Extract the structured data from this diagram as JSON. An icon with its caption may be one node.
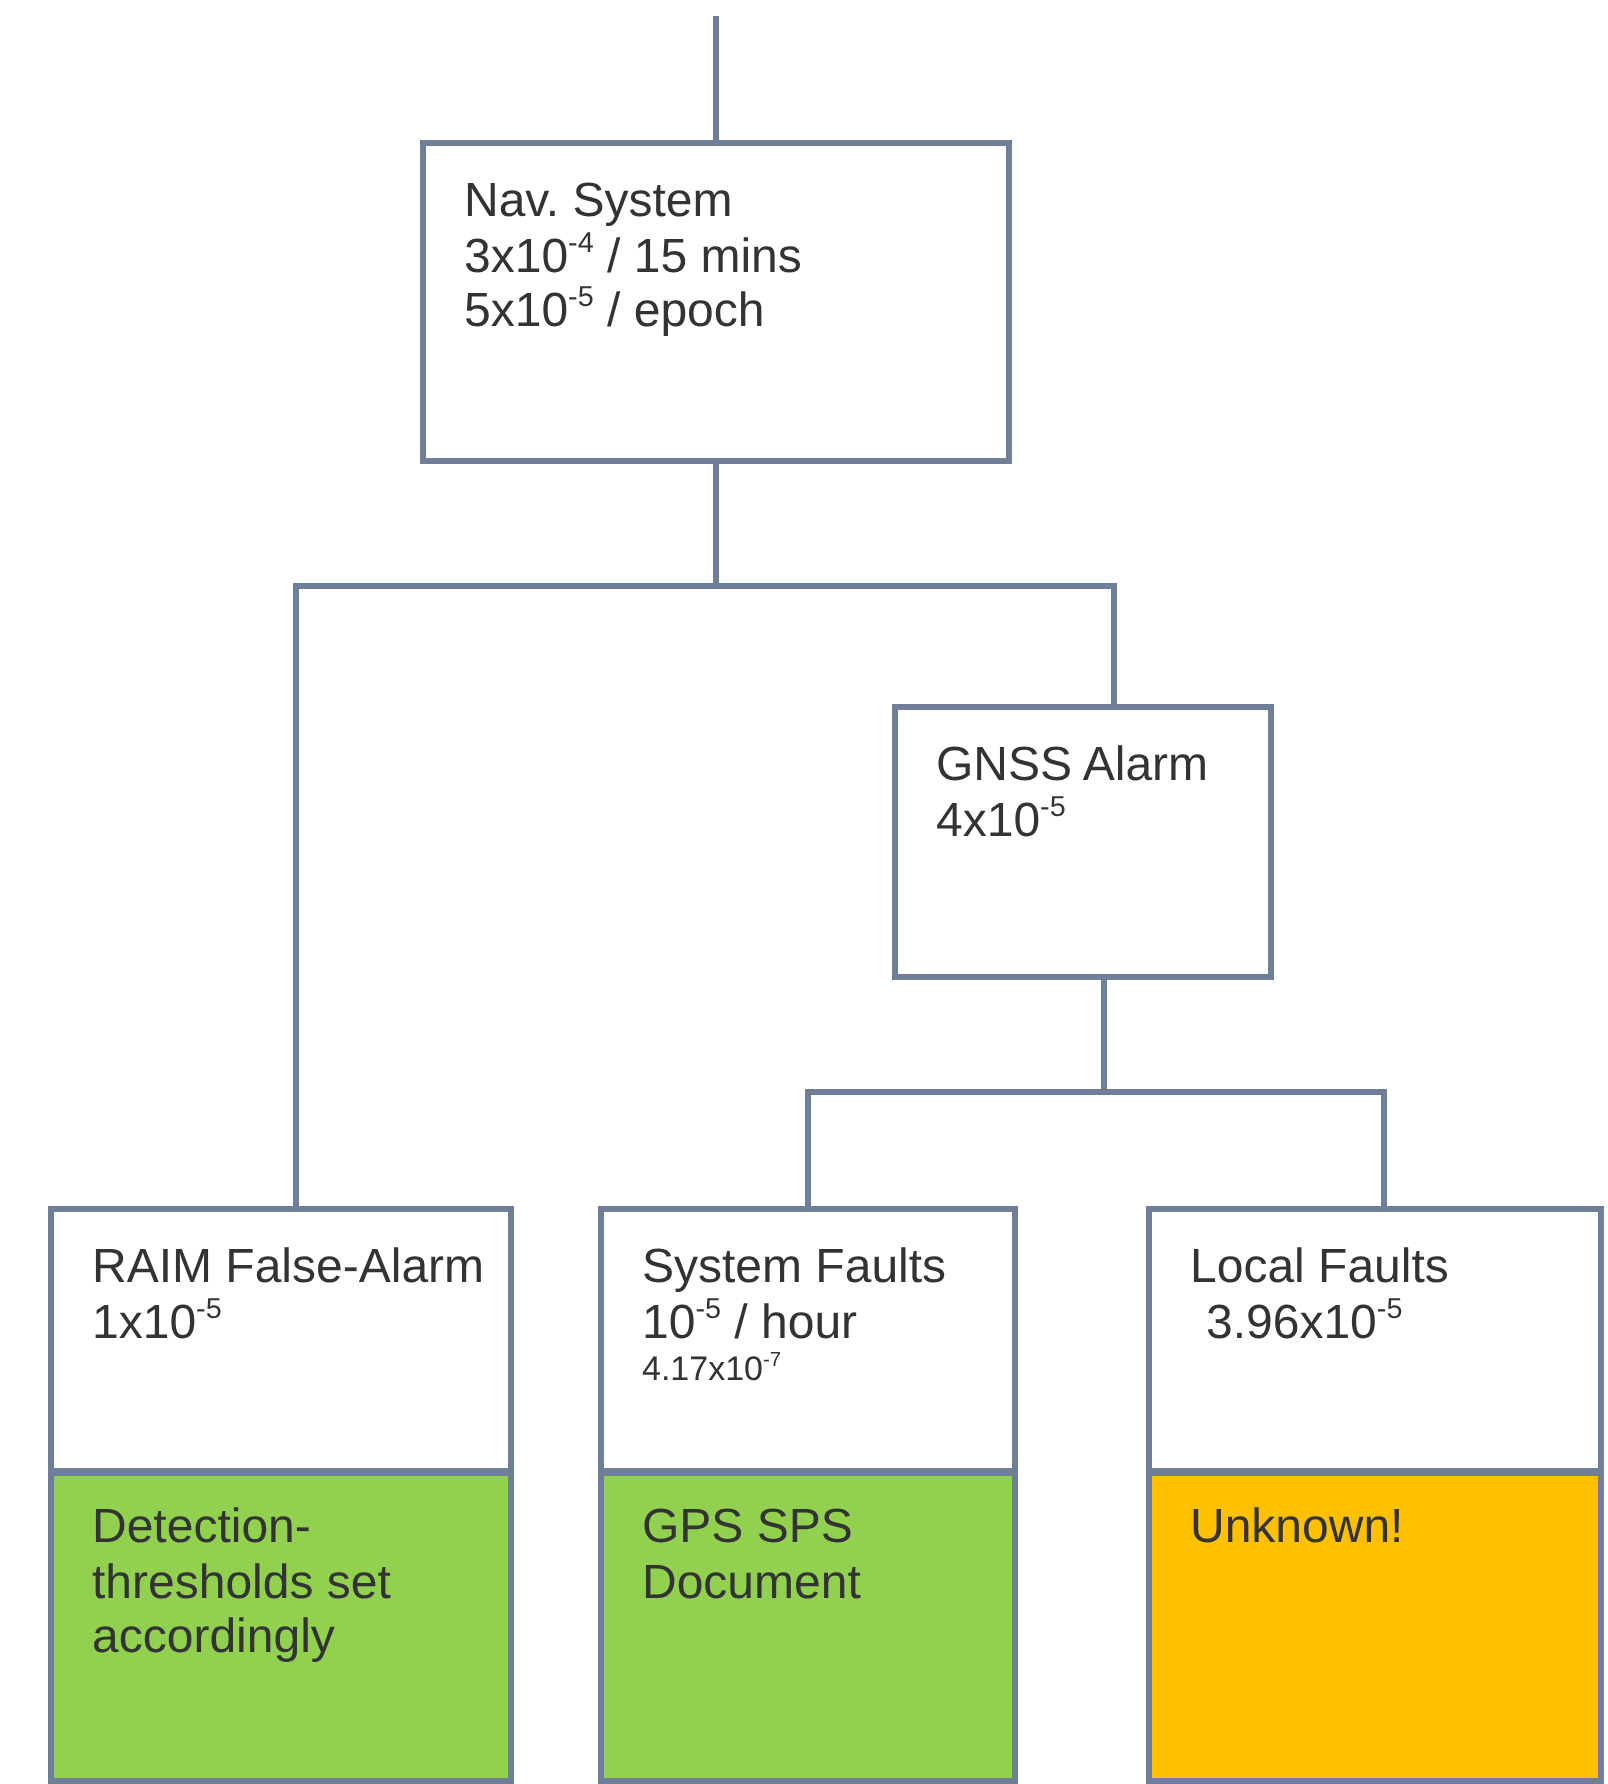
{
  "diagram": {
    "nodes": [
      {
        "text": [
          "Nav. System",
          "3x10$^{-4}$ / 15 mins",
          "5x10$^{-5}$ / epoch"
        ]
      },
      {
        "text": [
          "GNSS Alarm",
          "4x10$^{-5}$"
        ]
      },
      {
        "text": [
          "RAIM False-Alarm",
          "1x10$^{-5}$"
        ]
      },
      {
        "text": [
          "Detection-thresholds set accordingly"
        ]
      },
      {
        "text": [
          "System Faults",
          "10$^{-5}$ / hour",
          "4.17x10$^{-7}$"
        ]
      },
      {
        "text": [
          "GPS SPS Document"
        ]
      },
      {
        "text": [
          "Local Faults",
          "3.96x10$^{-5}$"
        ]
      },
      {
        "text": [
          "Unknown!"
        ]
      }
    ],
    "edges": [
      {
        "from": null,
        "to": 0,
        "arrow": "none"
      },
      {
        "from": 0,
        "to": 2,
        "arrow": "none"
      },
      {
        "from": 0,
        "to": 1,
        "arrow": "none"
      },
      {
        "from": 1,
        "to": 4,
        "arrow": "none"
      },
      {
        "from": 1,
        "to": 6,
        "arrow": "none"
      }
    ]
  }
}
